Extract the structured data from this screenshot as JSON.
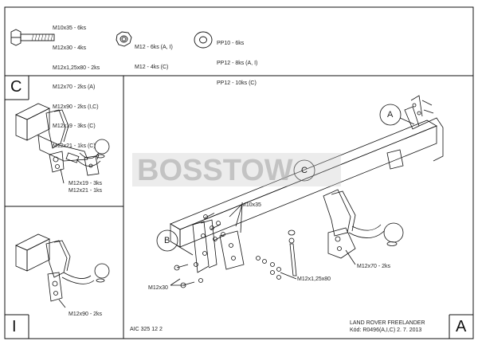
{
  "hardware": {
    "bolts": [
      "M10x35 - 6ks",
      "M12x30 - 4ks",
      "M12x1,25x80 - 2ks",
      "M12x70 - 2ks (A)",
      "M12x90 - 2ks (I,C)",
      "M12x19 - 3ks (C)",
      "M12x21 - 1ks (C)"
    ],
    "nuts": [
      "M12 - 6ks (A, I)",
      "M12 - 4ks (C)"
    ],
    "washers": [
      "PP10 - 6ks",
      "PP12 - 8ks (A, I)",
      "PP12 - 10ks (C)"
    ]
  },
  "variants": {
    "c": {
      "letter": "C",
      "labels": [
        "M12x19 - 3ks",
        "M12x21 - 1ks"
      ]
    },
    "i": {
      "letter": "I",
      "labels": [
        "M12x90 - 2ks"
      ]
    },
    "a": {
      "letter": "A"
    }
  },
  "callouts": {
    "a": "A",
    "b": "B",
    "c": "C"
  },
  "main_labels": {
    "m10x35": "M10x35",
    "m12x30": "M12x30",
    "m12x125x80": "M12x1,25x80",
    "m12x70": "M12x70 - 2ks"
  },
  "watermark": "BOSSTOW",
  "footer": {
    "code": "AIC 325 12 2",
    "vehicle": "LAND ROVER FREELANDER",
    "kod": "Kód: R0496(A,I,C)  2. 7. 2013"
  }
}
